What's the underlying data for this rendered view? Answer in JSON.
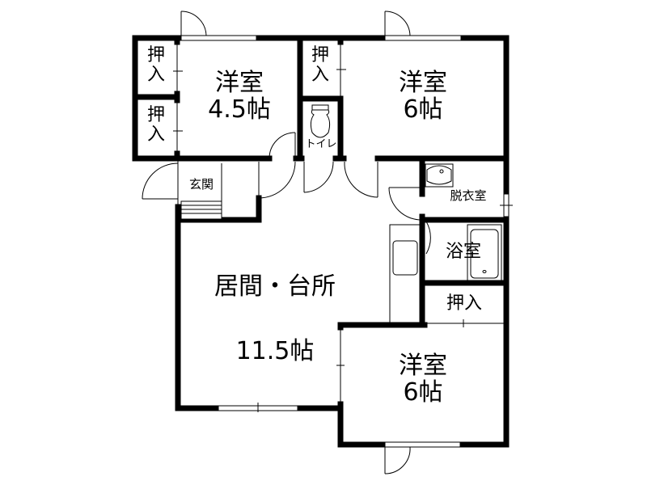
{
  "plan": {
    "rooms": [
      {
        "id": "western-room-1",
        "name": "洋室",
        "size": "4.5帖"
      },
      {
        "id": "western-room-2",
        "name": "洋室",
        "size": "6帖"
      },
      {
        "id": "living-kitchen",
        "name": "居間・台所",
        "size": "11.5帖"
      },
      {
        "id": "western-room-3",
        "name": "洋室",
        "size": "6帖"
      }
    ],
    "closets": [
      {
        "id": "closet-1",
        "line1": "押",
        "line2": "入"
      },
      {
        "id": "closet-2",
        "line1": "押",
        "line2": "入"
      },
      {
        "id": "closet-3",
        "line1": "押",
        "line2": "入"
      },
      {
        "id": "closet-4",
        "label": "押入"
      }
    ],
    "utility": {
      "toilet": "トイレ",
      "entrance": "玄関",
      "dressing_room": "脱衣室",
      "bathroom": "浴室"
    },
    "colors": {
      "wall": "#000000",
      "background": "#ffffff"
    }
  }
}
